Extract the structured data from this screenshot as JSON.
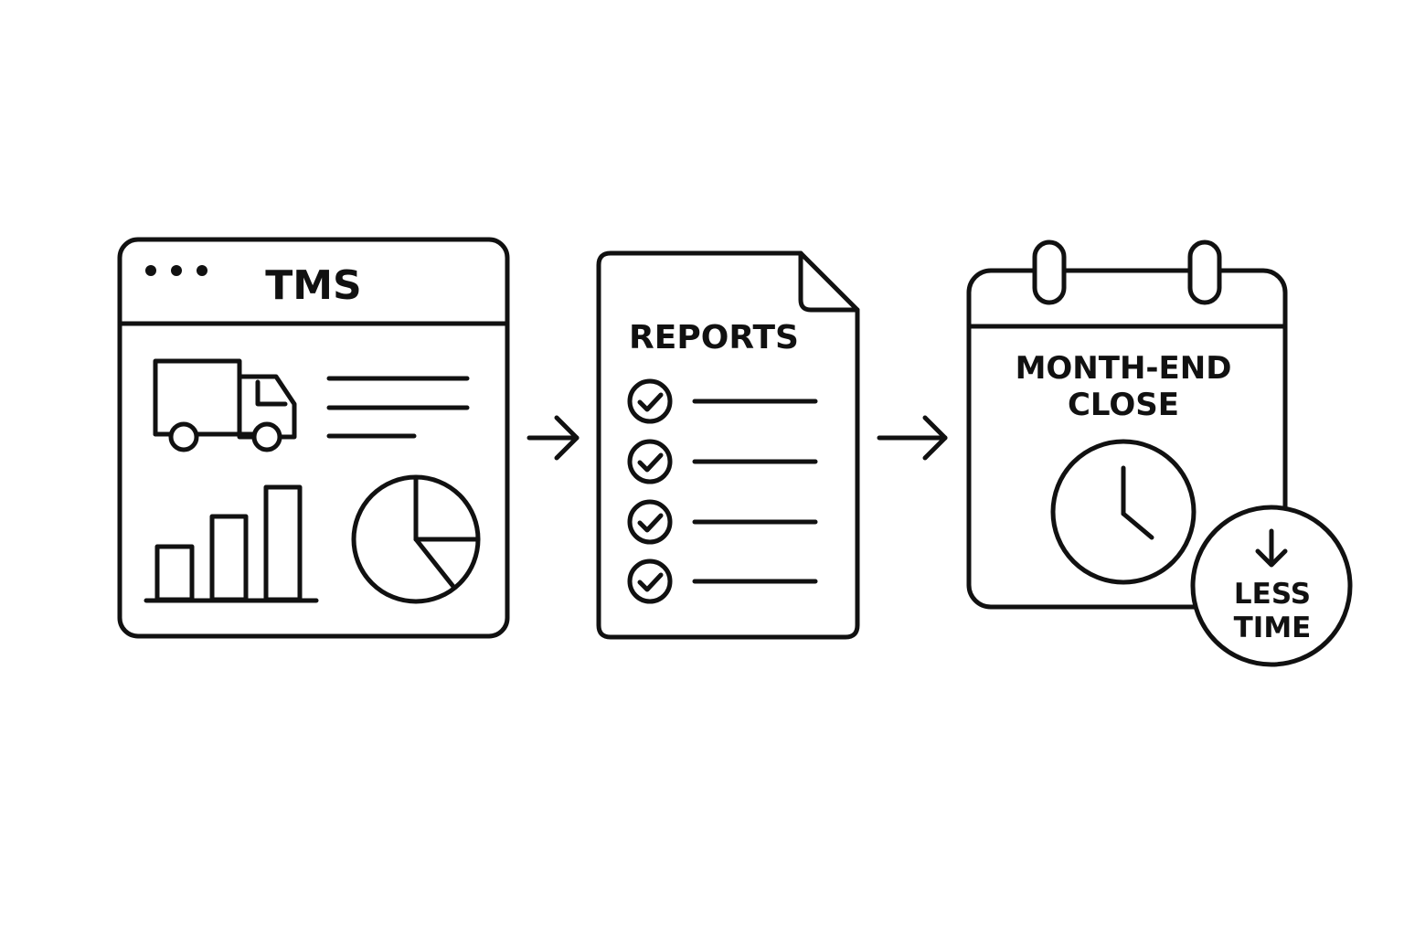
{
  "colors": {
    "stroke": "#111111",
    "background": "#ffffff"
  },
  "tms_window": {
    "title": "TMS",
    "icons": [
      "window-dots-icon",
      "truck-icon",
      "bar-chart-icon",
      "pie-chart-icon",
      "text-lines-icon"
    ]
  },
  "reports_doc": {
    "title": "REPORTS",
    "checklist_items": 4,
    "icons": [
      "check-circle-icon"
    ]
  },
  "calendar": {
    "title_line1": "MONTH-END",
    "title_line2": "CLOSE",
    "icons": [
      "clock-icon",
      "calendar-ring-icon"
    ]
  },
  "badge": {
    "line1": "LESS",
    "line2": "TIME",
    "icons": [
      "arrow-down-icon"
    ]
  },
  "flow_arrows": [
    "arrow-right-icon",
    "arrow-right-icon"
  ]
}
